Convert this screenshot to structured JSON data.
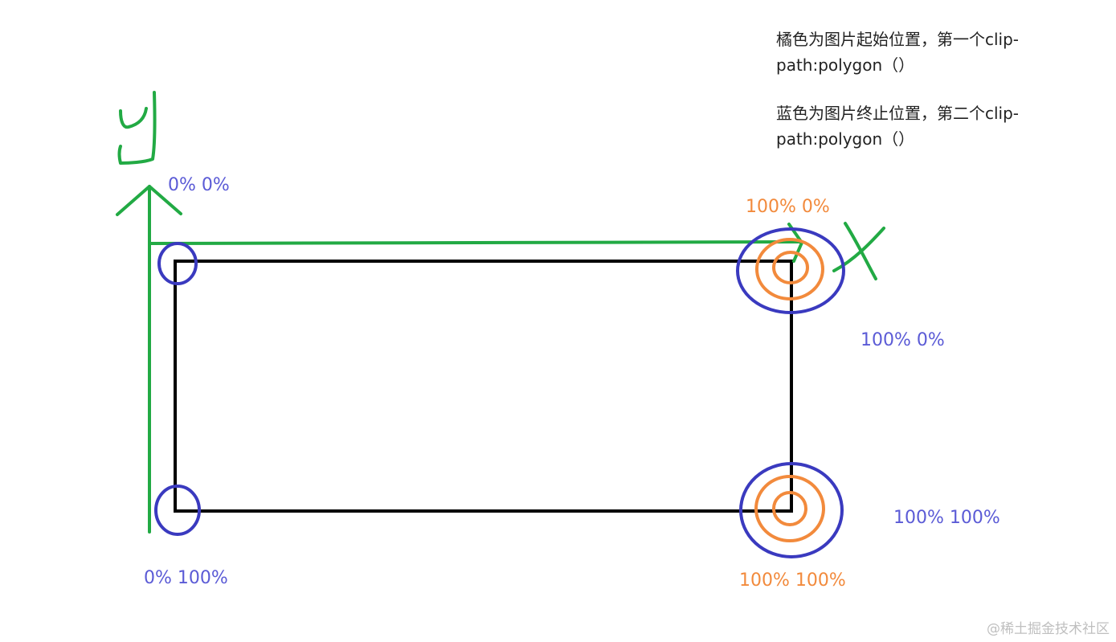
{
  "colors": {
    "axis_green": "#22AA44",
    "box_black": "#000000",
    "end_blue": "#3A3ABF",
    "start_orange": "#F28A3C",
    "label_blue": "#5B5BD6"
  },
  "notes": {
    "orange_note": "橘色为图片起始位置，第一个clip-path:polygon（）",
    "blue_note": "蓝色为图片终止位置，第二个clip-path:polygon（）"
  },
  "labels": {
    "top_left": "0% 0%",
    "bottom_left": "0% 100%",
    "top_right_orange": "100% 0%",
    "top_right_blue": "100% 0%",
    "bottom_right_blue": "100% 100%",
    "bottom_right_orange": "100% 100%"
  },
  "watermark": "@稀土掘金技术社区"
}
